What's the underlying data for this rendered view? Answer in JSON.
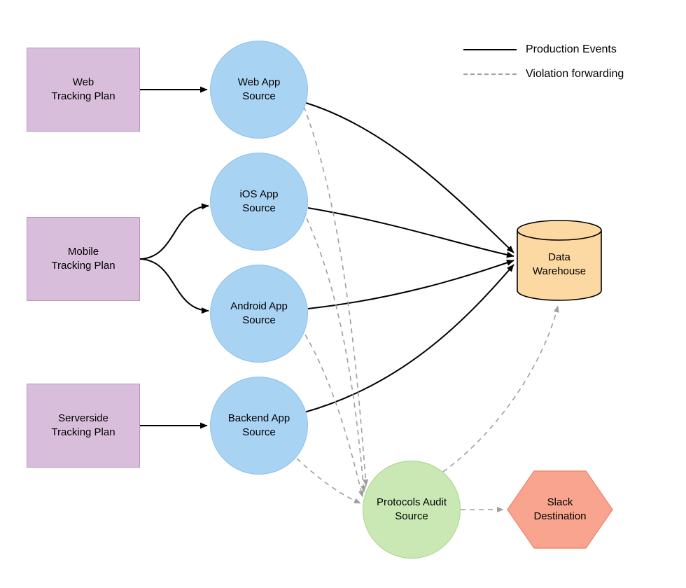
{
  "legend": {
    "items": [
      {
        "label": "Production Events",
        "line_style": "solid",
        "line_color": "#000000"
      },
      {
        "label": "Violation forwarding",
        "line_style": "dashed",
        "line_color": "#9e9e9e"
      }
    ]
  },
  "nodes": {
    "web_tracking_plan": {
      "label": "Web\nTracking Plan",
      "shape": "rectangle",
      "fill": "#d8bedb"
    },
    "mobile_tracking_plan": {
      "label": "Mobile\nTracking Plan",
      "shape": "rectangle",
      "fill": "#d8bedb"
    },
    "serverside_tracking_plan": {
      "label": "Serverside\nTracking Plan",
      "shape": "rectangle",
      "fill": "#d8bedb"
    },
    "web_app_source": {
      "label": "Web App\nSource",
      "shape": "circle",
      "fill": "#a9d3f3"
    },
    "ios_app_source": {
      "label": "iOS App\nSource",
      "shape": "circle",
      "fill": "#a9d3f3"
    },
    "android_app_source": {
      "label": "Android App\nSource",
      "shape": "circle",
      "fill": "#a9d3f3"
    },
    "backend_app_source": {
      "label": "Backend App\nSource",
      "shape": "circle",
      "fill": "#a9d3f3"
    },
    "data_warehouse": {
      "label": "Data\nWarehouse",
      "shape": "cylinder",
      "fill": "#fcd8a2"
    },
    "protocols_audit_source": {
      "label": "Protocols Audit\nSource",
      "shape": "circle",
      "fill": "#c9e8b4"
    },
    "slack_destination": {
      "label": "Slack\nDestination",
      "shape": "hexagon",
      "fill": "#f8a48f"
    }
  },
  "edges": {
    "production_events": [
      {
        "from": "Web Tracking Plan",
        "to": "Web App Source"
      },
      {
        "from": "Mobile Tracking Plan",
        "to": "iOS App Source"
      },
      {
        "from": "Mobile Tracking Plan",
        "to": "Android App Source"
      },
      {
        "from": "Serverside Tracking Plan",
        "to": "Backend App Source"
      },
      {
        "from": "Web App Source",
        "to": "Data Warehouse"
      },
      {
        "from": "iOS App Source",
        "to": "Data Warehouse"
      },
      {
        "from": "Android App Source",
        "to": "Data Warehouse"
      },
      {
        "from": "Backend App Source",
        "to": "Data Warehouse"
      }
    ],
    "violation_forwarding": [
      {
        "from": "Web App Source",
        "to": "Protocols Audit Source"
      },
      {
        "from": "iOS App Source",
        "to": "Protocols Audit Source"
      },
      {
        "from": "Android App Source",
        "to": "Protocols Audit Source"
      },
      {
        "from": "Backend App Source",
        "to": "Protocols Audit Source"
      },
      {
        "from": "Protocols Audit Source",
        "to": "Data Warehouse"
      },
      {
        "from": "Protocols Audit Source",
        "to": "Slack Destination"
      }
    ]
  }
}
